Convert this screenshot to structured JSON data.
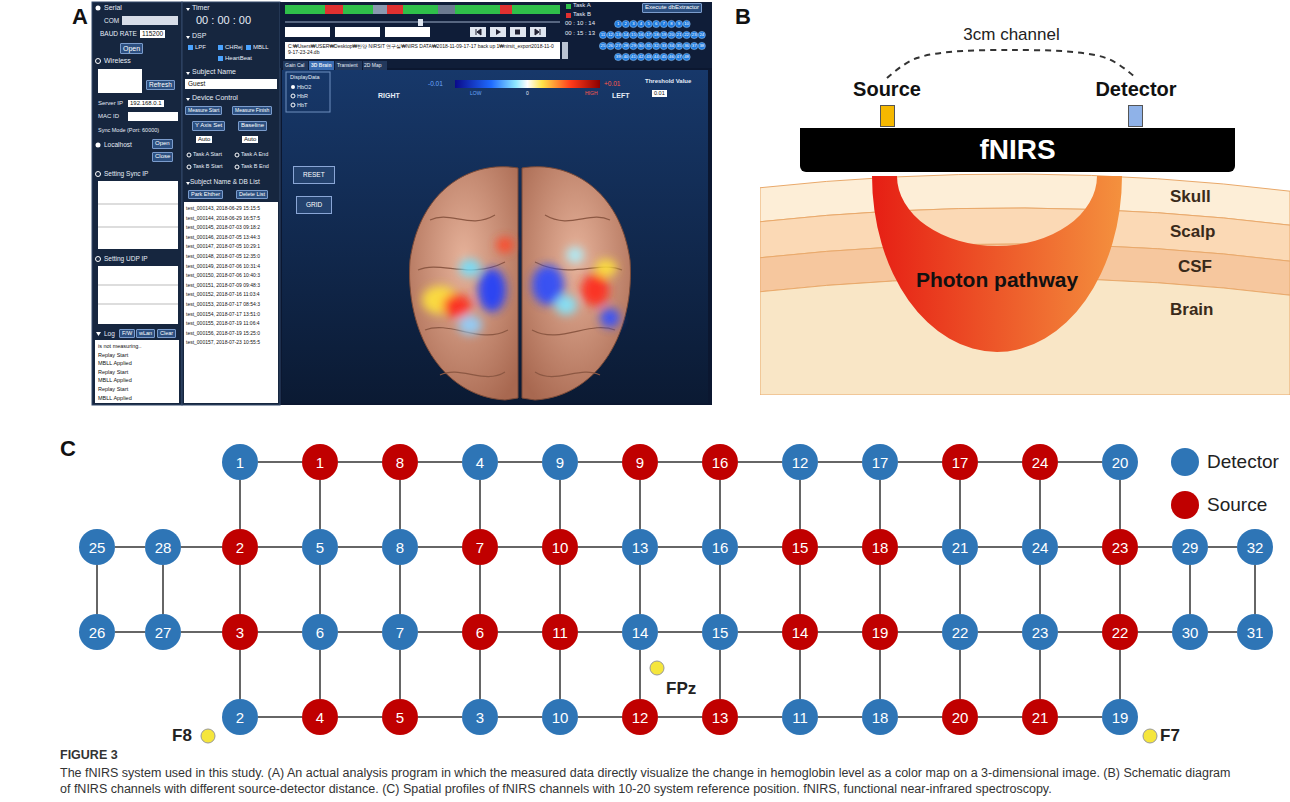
{
  "diagram": {
    "title": "FIGURE 3",
    "caption": "The fNIRS system used in this study. (A) An actual analysis program in which the measured data directly visualize the change in hemoglobin level as a color map on a 3-dimensional image. (B) Schematic diagram of fNIRS channels with different source-detector distance. (C) Spatial profiles of fNIRS channels with 10-20 system reference position. fNIRS, functional near-infrared spectroscopy.",
    "nodes": [
      {
        "text": [
          "Source"
        ]
      },
      {
        "text": [
          "Detector"
        ]
      },
      {
        "text": [
          "fNIRS"
        ]
      },
      {
        "text": [
          "Photon pathway"
        ]
      },
      {
        "text": [
          "1"
        ]
      },
      {
        "text": [
          "1"
        ]
      },
      {
        "text": [
          "8"
        ]
      },
      {
        "text": [
          "4"
        ]
      },
      {
        "text": [
          "9"
        ]
      },
      {
        "text": [
          "9"
        ]
      },
      {
        "text": [
          "16"
        ]
      },
      {
        "text": [
          "12"
        ]
      },
      {
        "text": [
          "17"
        ]
      },
      {
        "text": [
          "17"
        ]
      },
      {
        "text": [
          "24"
        ]
      },
      {
        "text": [
          "20"
        ]
      },
      {
        "text": [
          "25"
        ]
      },
      {
        "text": [
          "28"
        ]
      },
      {
        "text": [
          "2"
        ]
      },
      {
        "text": [
          "5"
        ]
      },
      {
        "text": [
          "8"
        ]
      },
      {
        "text": [
          "7"
        ]
      },
      {
        "text": [
          "10"
        ]
      },
      {
        "text": [
          "13"
        ]
      },
      {
        "text": [
          "16"
        ]
      },
      {
        "text": [
          "15"
        ]
      },
      {
        "text": [
          "18"
        ]
      },
      {
        "text": [
          "21"
        ]
      },
      {
        "text": [
          "24"
        ]
      },
      {
        "text": [
          "23"
        ]
      },
      {
        "text": [
          "29"
        ]
      },
      {
        "text": [
          "32"
        ]
      },
      {
        "text": [
          "26"
        ]
      },
      {
        "text": [
          "27"
        ]
      },
      {
        "text": [
          "3"
        ]
      },
      {
        "text": [
          "6"
        ]
      },
      {
        "text": [
          "7"
        ]
      },
      {
        "text": [
          "6"
        ]
      },
      {
        "text": [
          "11"
        ]
      },
      {
        "text": [
          "14"
        ]
      },
      {
        "text": [
          "15"
        ]
      },
      {
        "text": [
          "14"
        ]
      },
      {
        "text": [
          "19"
        ]
      },
      {
        "text": [
          "22"
        ]
      },
      {
        "text": [
          "23"
        ]
      },
      {
        "text": [
          "22"
        ]
      },
      {
        "text": [
          "30"
        ]
      },
      {
        "text": [
          "31"
        ]
      },
      {
        "text": [
          "2"
        ]
      },
      {
        "text": [
          "4"
        ]
      },
      {
        "text": [
          "5"
        ]
      },
      {
        "text": [
          "3"
        ]
      },
      {
        "text": [
          "10"
        ]
      },
      {
        "text": [
          "12"
        ]
      },
      {
        "text": [
          "13"
        ]
      },
      {
        "text": [
          "11"
        ]
      },
      {
        "text": [
          "18"
        ]
      },
      {
        "text": [
          "20"
        ]
      },
      {
        "text": [
          "21"
        ]
      },
      {
        "text": [
          "19"
        ]
      }
    ],
    "edges": [
      {
        "from": 0,
        "to": 1,
        "label": "3cm channel",
        "arrow": "none"
      },
      {
        "from": 4,
        "to": 5,
        "arrow": "none"
      },
      {
        "from": 5,
        "to": 6,
        "arrow": "none"
      },
      {
        "from": 6,
        "to": 7,
        "arrow": "none"
      },
      {
        "from": 7,
        "to": 8,
        "arrow": "none"
      },
      {
        "from": 8,
        "to": 9,
        "arrow": "none"
      },
      {
        "from": 9,
        "to": 10,
        "arrow": "none"
      },
      {
        "from": 10,
        "to": 11,
        "arrow": "none"
      },
      {
        "from": 11,
        "to": 12,
        "arrow": "none"
      },
      {
        "from": 12,
        "to": 13,
        "arrow": "none"
      },
      {
        "from": 13,
        "to": 14,
        "arrow": "none"
      },
      {
        "from": 14,
        "to": 15,
        "arrow": "none"
      },
      {
        "from": 16,
        "to": 17,
        "arrow": "none"
      },
      {
        "from": 17,
        "to": 18,
        "arrow": "none"
      },
      {
        "from": 18,
        "to": 19,
        "arrow": "none"
      },
      {
        "from": 19,
        "to": 20,
        "arrow": "none"
      },
      {
        "from": 20,
        "to": 21,
        "arrow": "none"
      },
      {
        "from": 21,
        "to": 22,
        "arrow": "none"
      },
      {
        "from": 22,
        "to": 23,
        "arrow": "none"
      },
      {
        "from": 23,
        "to": 24,
        "arrow": "none"
      },
      {
        "from": 24,
        "to": 25,
        "arrow": "none"
      },
      {
        "from": 25,
        "to": 26,
        "arrow": "none"
      },
      {
        "from": 26,
        "to": 27,
        "arrow": "none"
      },
      {
        "from": 27,
        "to": 28,
        "arrow": "none"
      },
      {
        "from": 28,
        "to": 29,
        "arrow": "none"
      },
      {
        "from": 29,
        "to": 30,
        "arrow": "none"
      },
      {
        "from": 30,
        "to": 31,
        "arrow": "none"
      },
      {
        "from": 32,
        "to": 33,
        "arrow": "none"
      },
      {
        "from": 33,
        "to": 34,
        "arrow": "none"
      },
      {
        "from": 34,
        "to": 35,
        "arrow": "none"
      },
      {
        "from": 35,
        "to": 36,
        "arrow": "none"
      },
      {
        "from": 36,
        "to": 37,
        "arrow": "none"
      },
      {
        "from": 37,
        "to": 38,
        "arrow": "none"
      },
      {
        "from": 38,
        "to": 39,
        "arrow": "none"
      },
      {
        "from": 39,
        "to": 40,
        "arrow": "none"
      },
      {
        "from": 40,
        "to": 41,
        "arrow": "none"
      },
      {
        "from": 41,
        "to": 42,
        "arrow": "none"
      },
      {
        "from": 42,
        "to": 43,
        "arrow": "none"
      },
      {
        "from": 43,
        "to": 44,
        "arrow": "none"
      },
      {
        "from": 44,
        "to": 45,
        "arrow": "none"
      },
      {
        "from": 45,
        "to": 46,
        "arrow": "none"
      },
      {
        "from": 46,
        "to": 47,
        "arrow": "none"
      },
      {
        "from": 48,
        "to": 49,
        "arrow": "none"
      },
      {
        "from": 49,
        "to": 50,
        "arrow": "none"
      },
      {
        "from": 50,
        "to": 51,
        "arrow": "none"
      },
      {
        "from": 51,
        "to": 52,
        "arrow": "none"
      },
      {
        "from": 52,
        "to": 53,
        "arrow": "none"
      },
      {
        "from": 53,
        "to": 54,
        "arrow": "none"
      },
      {
        "from": 54,
        "to": 55,
        "arrow": "none"
      },
      {
        "from": 55,
        "to": 56,
        "arrow": "none"
      },
      {
        "from": 56,
        "to": 57,
        "arrow": "none"
      },
      {
        "from": 57,
        "to": 58,
        "arrow": "none"
      },
      {
        "from": 58,
        "to": 59,
        "arrow": "none"
      },
      {
        "from": 4,
        "to": 18,
        "arrow": "none"
      },
      {
        "from": 5,
        "to": 19,
        "arrow": "none"
      },
      {
        "from": 6,
        "to": 20,
        "arrow": "none"
      },
      {
        "from": 7,
        "to": 21,
        "arrow": "none"
      },
      {
        "from": 8,
        "to": 22,
        "arrow": "none"
      },
      {
        "from": 9,
        "to": 23,
        "arrow": "none"
      },
      {
        "from": 10,
        "to": 24,
        "arrow": "none"
      },
      {
        "from": 11,
        "to": 25,
        "arrow": "none"
      },
      {
        "from": 12,
        "to": 26,
        "arrow": "none"
      },
      {
        "from": 13,
        "to": 27,
        "arrow": "none"
      },
      {
        "from": 14,
        "to": 28,
        "arrow": "none"
      },
      {
        "from": 15,
        "to": 29,
        "arrow": "none"
      },
      {
        "from": 18,
        "to": 34,
        "arrow": "none"
      },
      {
        "from": 19,
        "to": 35,
        "arrow": "none"
      },
      {
        "from": 20,
        "to": 36,
        "arrow": "none"
      },
      {
        "from": 21,
        "to": 37,
        "arrow": "none"
      },
      {
        "from": 22,
        "to": 38,
        "arrow": "none"
      },
      {
        "from": 23,
        "to": 39,
        "arrow": "none"
      },
      {
        "from": 24,
        "to": 40,
        "arrow": "none"
      },
      {
        "from": 25,
        "to": 41,
        "arrow": "none"
      },
      {
        "from": 26,
        "to": 42,
        "arrow": "none"
      },
      {
        "from": 27,
        "to": 43,
        "arrow": "none"
      },
      {
        "from": 28,
        "to": 44,
        "arrow": "none"
      },
      {
        "from": 29,
        "to": 45,
        "arrow": "none"
      },
      {
        "from": 34,
        "to": 48,
        "arrow": "none"
      },
      {
        "from": 35,
        "to": 49,
        "arrow": "none"
      },
      {
        "from": 36,
        "to": 50,
        "arrow": "none"
      },
      {
        "from": 37,
        "to": 51,
        "arrow": "none"
      },
      {
        "from": 38,
        "to": 52,
        "arrow": "none"
      },
      {
        "from": 39,
        "to": 53,
        "arrow": "none"
      },
      {
        "from": 40,
        "to": 54,
        "arrow": "none"
      },
      {
        "from": 41,
        "to": 55,
        "arrow": "none"
      },
      {
        "from": 42,
        "to": 56,
        "arrow": "none"
      },
      {
        "from": 43,
        "to": 57,
        "arrow": "none"
      },
      {
        "from": 44,
        "to": 58,
        "arrow": "none"
      },
      {
        "from": 45,
        "to": 59,
        "arrow": "none"
      },
      {
        "from": 16,
        "to": 32,
        "arrow": "none"
      },
      {
        "from": 17,
        "to": 33,
        "arrow": "none"
      },
      {
        "from": 30,
        "to": 46,
        "arrow": "none"
      },
      {
        "from": 31,
        "to": 47,
        "arrow": "none"
      }
    ],
    "labels": [
      "A",
      "Serial",
      "COM",
      "BAUD RATE",
      "115200",
      "Open",
      "Wireless",
      "Refresh",
      "Server IP",
      "192.168.0.1",
      "MAC ID",
      "Sync Mode (Port: 60000)",
      "Localhost",
      "Open",
      "Close",
      "Setting Sync IP",
      "Setting UDP IP",
      "Log",
      "F/W",
      "wLan",
      "Clear",
      "is not measuring..",
      "Replay Start",
      "MBLL Applied",
      "Replay Start",
      "MBLL Applied",
      "Replay Start",
      "MBLL Applied",
      "Timer",
      "00 : 00 : 00",
      "DSP",
      "LPF",
      "CHRej",
      "MBLL",
      "HeartBeat",
      "Subject Name",
      "Guest",
      "Device Control",
      "Measure Start",
      "Measure Finish",
      "Y Axis Set",
      "Baseline",
      "Auto",
      "Auto",
      "Task A Start",
      "Task A End",
      "Task B Start",
      "Task B End",
      "Subject Name & DB List",
      "Park Ehther",
      "Delete List",
      "test_000143, 2018-06-29 15:15:5",
      "test_000144, 2018-06-29 16:57:5",
      "test_000145, 2018-07-03 09:18:2",
      "test_000146, 2018-07-05 13:44:3",
      "test_000147, 2018-07-05 10:29:1",
      "test_000148, 2018-07-05 12:35:0",
      "test_000149, 2018-07-06 10:31:4",
      "test_000150, 2018-07-06 10:40:3",
      "test_000151, 2018-07-09 09:48:3",
      "test_000152, 2018-07-16 11:03:4",
      "test_000153, 2018-07-17 08:54:3",
      "test_000154, 2018-07-17 13:51:0",
      "test_000155, 2018-07-19 11:06:4",
      "test_000156, 2018-07-19 15:25:0",
      "test_000157, 2018-07-23 10:55:5",
      "Task A",
      "Task B",
      "00 : 10 : 14",
      "00 : 15 : 13",
      "C:₩Users₩USER₩Desktop₩한양 NIRSIT 연구실₩NIRS DATA₩2018-11-09-17-17 back up 1₩nirsit_export2018-11-09-17-23-24.db",
      "Execute dbExtractor",
      "1",
      "2",
      "3",
      "4",
      "5",
      "6",
      "7",
      "8",
      "9",
      "10",
      "11",
      "12",
      "13",
      "14",
      "15",
      "16",
      "17",
      "18",
      "19",
      "20",
      "21",
      "22",
      "23",
      "24",
      "25",
      "26",
      "27",
      "28",
      "29",
      "30",
      "31",
      "32",
      "33",
      "34",
      "35",
      "36",
      "37",
      "38",
      "39",
      "40",
      "41",
      "42",
      "43",
      "44",
      "45",
      "46",
      "47",
      "48",
      "Gain Cal",
      "3D Brain",
      "Transient",
      "2D Map",
      "DisplayData",
      "HbO2",
      "HbR",
      "HbT",
      "RESET",
      "GRID",
      "-0.01",
      "+0.01",
      "RIGHT",
      "LOW",
      "0",
      "HIGH",
      "LEFT",
      "Threshold Value",
      "0.01",
      "B",
      "Skull",
      "Scalp",
      "CSF",
      "Brain",
      "C",
      "F8",
      "FPz",
      "F7"
    ],
    "legend": [
      {
        "text": "Detector",
        "color": "#2e75b6"
      },
      {
        "text": "Source",
        "color": "#c00000"
      }
    ]
  }
}
